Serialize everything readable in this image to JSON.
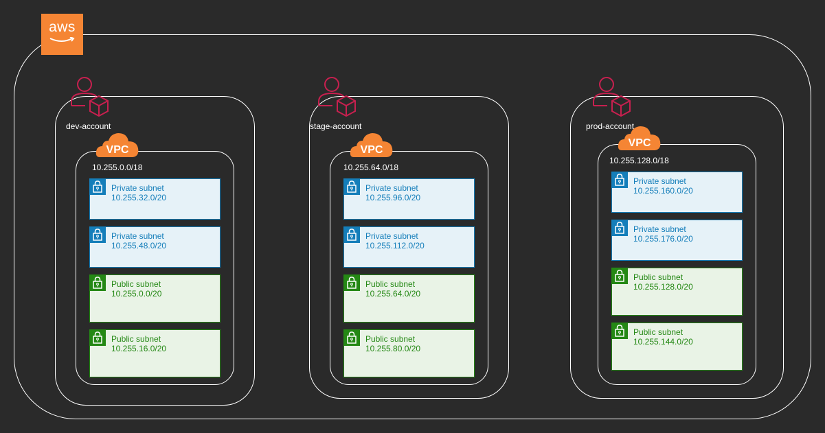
{
  "brand": {
    "logo_text": "aws",
    "logo_color": "#f58534"
  },
  "colors": {
    "background": "#2a2a2a",
    "account_icon": "#c7204f",
    "private_subnet": "#147eba",
    "private_fill": "#e6f2f8",
    "public_subnet": "#248814",
    "public_fill": "#e9f3e6"
  },
  "accounts": [
    {
      "label": "dev-account",
      "vpc": {
        "badge": "VPC",
        "cidr": "10.255.0.0/18",
        "subnets": [
          {
            "type": "private",
            "name": "Private subnet",
            "cidr": "10.255.32.0/20"
          },
          {
            "type": "private",
            "name": "Private subnet",
            "cidr": "10.255.48.0/20"
          },
          {
            "type": "public",
            "name": "Public subnet",
            "cidr": "10.255.0.0/20"
          },
          {
            "type": "public",
            "name": "Public subnet",
            "cidr": "10.255.16.0/20"
          }
        ]
      }
    },
    {
      "label": "stage-account",
      "vpc": {
        "badge": "VPC",
        "cidr": "10.255.64.0/18",
        "subnets": [
          {
            "type": "private",
            "name": "Private subnet",
            "cidr": "10.255.96.0/20"
          },
          {
            "type": "private",
            "name": "Private subnet",
            "cidr": "10.255.112.0/20"
          },
          {
            "type": "public",
            "name": "Public subnet",
            "cidr": "10.255.64.0/20"
          },
          {
            "type": "public",
            "name": "Public subnet",
            "cidr": "10.255.80.0/20"
          }
        ]
      }
    },
    {
      "label": "prod-account",
      "vpc": {
        "badge": "VPC",
        "cidr": "10.255.128.0/18",
        "subnets": [
          {
            "type": "private",
            "name": "Private subnet",
            "cidr": "10.255.160.0/20"
          },
          {
            "type": "private",
            "name": "Private subnet",
            "cidr": "10.255.176.0/20"
          },
          {
            "type": "public",
            "name": "Public subnet",
            "cidr": "10.255.128.0/20"
          },
          {
            "type": "public",
            "name": "Public subnet",
            "cidr": "10.255.144.0/20"
          }
        ]
      }
    }
  ]
}
